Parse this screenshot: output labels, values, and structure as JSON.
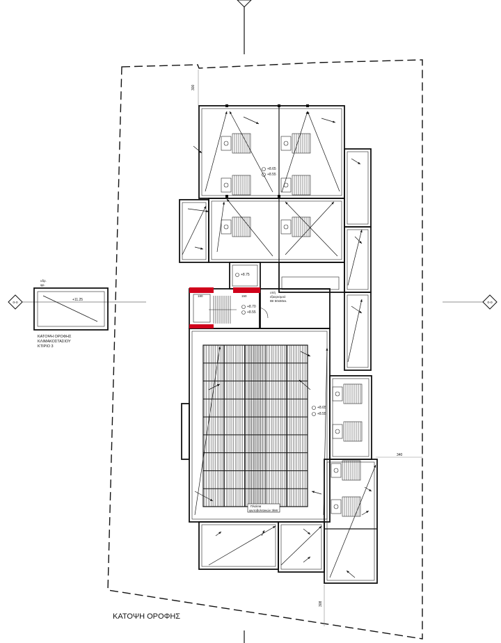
{
  "drawing": {
    "title": "ΚΑΤΟΨΗ ΟΡΟΦΗΣ",
    "inset": {
      "caption_lines": [
        "ΚΑΤΟΨΗ ΟΡΟΦΗΣ",
        "ΚΛΙΜΑΚΟΣΤΑΣΙΟΥ",
        "ΚΤΙΡΙΟ 3"
      ],
      "level": "+11.25",
      "tag_lines": [
        "υδρ.",
        "φρ."
      ]
    },
    "section_marks": [
      "ο-ο",
      "ο-ο"
    ],
    "dimensions": [
      "300",
      "340",
      "308"
    ],
    "stair_dims": [
      "180",
      "150"
    ],
    "levels_north": [
      "+8.65",
      "+8.55"
    ],
    "levels_stair": [
      "+8.70",
      "+8.55"
    ],
    "level_stair_top": "+8.75",
    "levels_east": [
      "+8.65",
      "+8.55"
    ],
    "opening_note": [
      "οπή",
      "εξαερισμού",
      "ΙΒΙ 50x50εκ."
    ],
    "panel_note": [
      "Πλαίσια",
      "φωτοβολταικών 3kW"
    ]
  }
}
